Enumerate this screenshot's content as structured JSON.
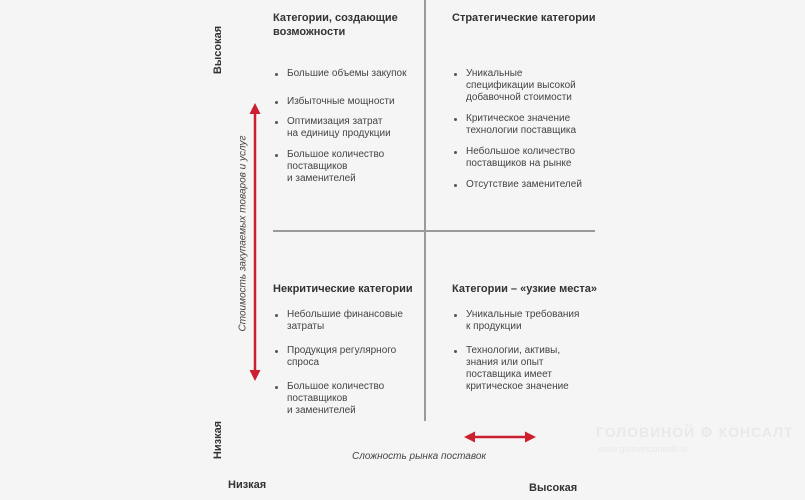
{
  "colors": {
    "arrow": "#cc1f2f",
    "divider": "#9a9a9a",
    "background": "#f5f5f5"
  },
  "axes": {
    "y_title": "Стоимость закупаемых товаров и услуг",
    "y_high": "Высокая",
    "y_low": "Низкая",
    "x_title": "Сложность рынка поставок",
    "x_low": "Низкая",
    "x_high": "Высокая"
  },
  "quadrants": {
    "top_left": {
      "title": "Категории, создающие\nвозможности",
      "items": [
        "Большие объемы закупок",
        "Избыточные мощности",
        "Оптимизация затрат\nна единицу продукции",
        "Большое количество\nпоставщиков\nи заменителей"
      ]
    },
    "top_right": {
      "title": "Стратегические категории",
      "items": [
        "Уникальные\nспецификации высокой\nдобавочной стоимости",
        "Критическое значение\nтехнологии поставщика",
        "Небольшое количество\nпоставщиков на рынке",
        "Отсутствие заменителей"
      ]
    },
    "bottom_left": {
      "title": "Некритические категории",
      "items": [
        "Небольшие финансовые\nзатраты",
        "Продукция регулярного\nспроса",
        "Большое количество\nпоставщиков\nи заменителей"
      ]
    },
    "bottom_right": {
      "title": "Категории – «узкие места»",
      "items": [
        "Уникальные требования\nк продукции",
        "Технологии, активы,\nзнания или опыт\nпоставщика имеет\nкритическое значение"
      ]
    }
  },
  "watermark": {
    "main": "ГОЛОВИНОЙ ⚙ КОНСАЛТ",
    "sub": "www.golovinconsult.ru"
  }
}
